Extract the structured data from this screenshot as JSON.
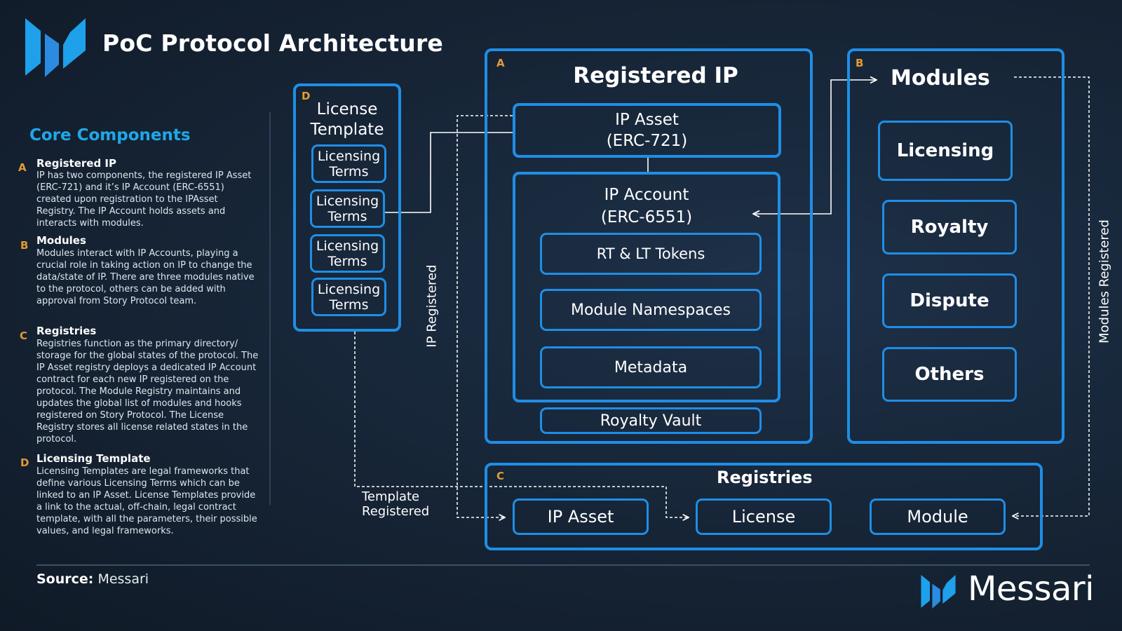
{
  "header": {
    "title": "PoC Protocol Architecture"
  },
  "sidebar": {
    "title": "Core Components",
    "components": [
      {
        "letter": "A",
        "heading": "Registered IP",
        "text": "IP has two components, the registered IP Asset (ERC-721) and it’s IP Account (ERC-6551) created upon registration to the IPAsset Registry. The IP Account holds assets and interacts with modules."
      },
      {
        "letter": "B",
        "heading": "Modules",
        "text": "Modules interact with IP Accounts, playing a crucial role in taking action on IP to change the data/state of IP.  There are three modules native to the protocol, others can be added with approval from Story Protocol team."
      },
      {
        "letter": "C",
        "heading": "Registries",
        "text": "Registries function as the primary directory/ storage for the global states of the protocol. The IP Asset registry deploys a dedicated IP Account contract for each new IP registered on the protocol. The Module Registry maintains and updates the global list of modules and hooks registered on Story Protocol. The License Registry stores all license related states in the protocol."
      },
      {
        "letter": "D",
        "heading": "Licensing Template",
        "text": "Licensing Templates are legal frameworks that define various Licensing Terms which can be linked to an IP Asset. License Templates provide a link to the actual, off-chain, legal contract template, with all the parameters, their possible values, and legal frameworks."
      }
    ]
  },
  "diagram": {
    "license_template": {
      "letter": "D",
      "title_line1": "License",
      "title_line2": "Template",
      "items": [
        {
          "line1": "Licensing",
          "line2": "Terms"
        },
        {
          "line1": "Licensing",
          "line2": "Terms"
        },
        {
          "line1": "Licensing",
          "line2": "Terms"
        },
        {
          "line1": "Licensing",
          "line2": "Terms"
        }
      ]
    },
    "registered_ip": {
      "letter": "A",
      "title": "Registered IP",
      "ip_asset_line1": "IP Asset",
      "ip_asset_line2": "(ERC-721)",
      "ip_account_line1": "IP Account",
      "ip_account_line2": "(ERC-6551)",
      "account_items": [
        "RT & LT Tokens",
        "Module Namespaces",
        "Metadata"
      ],
      "royalty_vault": "Royalty Vault"
    },
    "modules": {
      "letter": "B",
      "title": "Modules",
      "items": [
        "Licensing",
        "Royalty",
        "Dispute",
        "Others"
      ]
    },
    "registries": {
      "letter": "C",
      "title": "Registries",
      "items": [
        "IP Asset",
        "License",
        "Module"
      ]
    },
    "labels": {
      "ip_registered": "IP Registered",
      "template_line1": "Template",
      "template_line2": "Registered",
      "modules_registered": "Modules Registered"
    }
  },
  "footer": {
    "source_label": "Source:",
    "source_value": "Messari",
    "brand": "Messari"
  },
  "colors": {
    "accent": "#1f8ee6",
    "heading": "#1fa8e8",
    "letter": "#e39a34",
    "background": "#172638"
  }
}
